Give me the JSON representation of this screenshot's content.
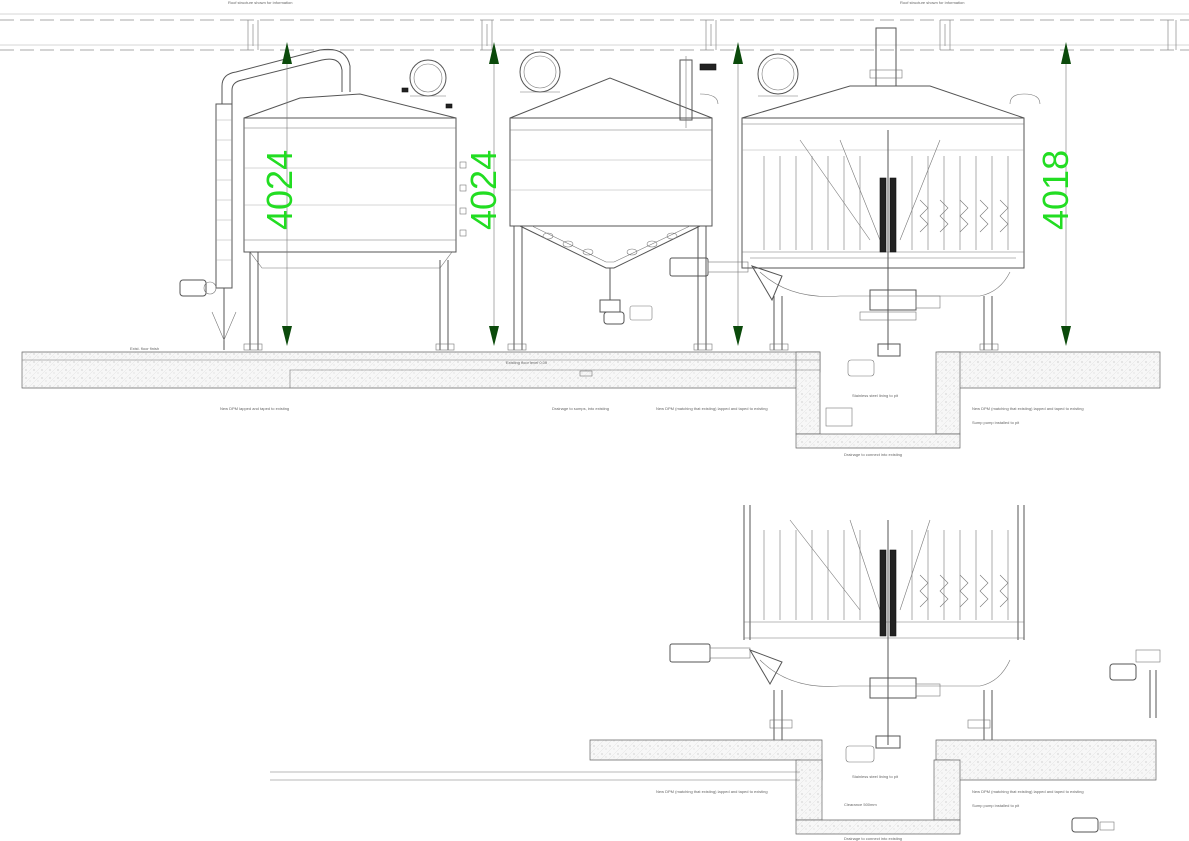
{
  "dimensions": {
    "vessel_1_height": "4024",
    "vessel_2_height": "4024",
    "vessel_3_height": "4018"
  },
  "notes": {
    "roof_left": "Roof structure shown for information",
    "roof_right": "Roof structure shown for information",
    "finished_floor": "Exist. floor finish",
    "floor_level": "Existing floor level 0.00",
    "new_dpm_left": "New DPM lapped and taped to existing",
    "drainage_sump": "Drainage to sumps, into existing",
    "new_dpm_mid": "New DPM (matching that existing) lapped and taped to existing",
    "stainless_pit": "Stainless steel lining to pit",
    "new_dpm_right": "New DPM (matching that existing) lapped and taped to existing",
    "sump_pump": "Sump pump installed to pit",
    "drainage_existing": "Drainage to connect into existing",
    "detail_new_dpm_mid": "New DPM (matching that existing) lapped and taped to existing",
    "detail_stainless_pit": "Stainless steel lining to pit",
    "detail_clearance": "Clearance 500mm",
    "detail_new_dpm_right": "New DPM (matching that existing) lapped and taped to existing",
    "detail_sump_pump": "Sump pump installed to pit",
    "detail_drainage_existing": "Drainage to connect into existing"
  },
  "colors": {
    "dimension_text": "#22dd22",
    "dimension_arrow": "#0b4a0b",
    "linework": "#555555"
  }
}
